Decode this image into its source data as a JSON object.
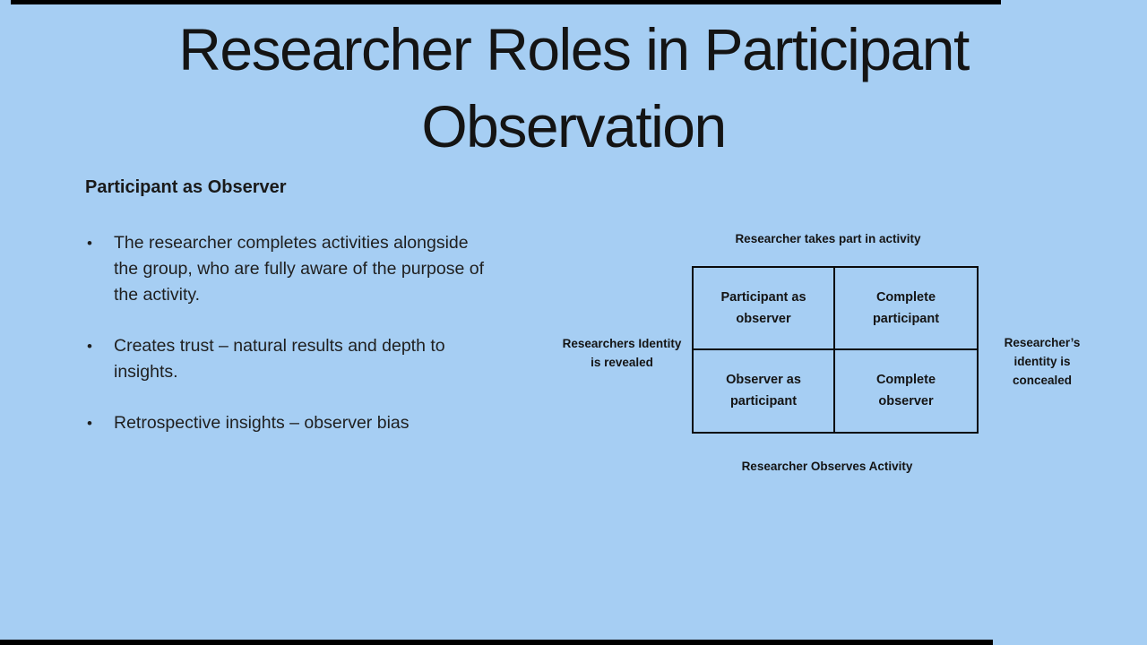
{
  "colors": {
    "background": "#a6cef3",
    "text": "#1c1c1c",
    "grid_line": "#0a0a0a",
    "edge_bar": "#000000"
  },
  "title": {
    "line1": "Researcher Roles in Participant",
    "line2": "Observation"
  },
  "content": {
    "heading": "Participant as Observer",
    "bullet_char": "•",
    "bullets": [
      "The researcher completes activities alongside the group, who are fully aware of the purpose of the activity.",
      "Creates trust – natural results and depth to insights.",
      "Retrospective insights – observer bias"
    ]
  },
  "diagram": {
    "top_label": "Researcher takes part in activity",
    "bottom_label": "Researcher Observes Activity",
    "left_label": [
      "Researchers Identity",
      "is revealed"
    ],
    "right_label": [
      "Researcher’s",
      "identity is",
      "concealed"
    ],
    "cells": {
      "top_left": "Participant as observer",
      "top_right": "Complete participant",
      "bottom_left": "Observer as participant",
      "bottom_right": "Complete observer"
    }
  }
}
